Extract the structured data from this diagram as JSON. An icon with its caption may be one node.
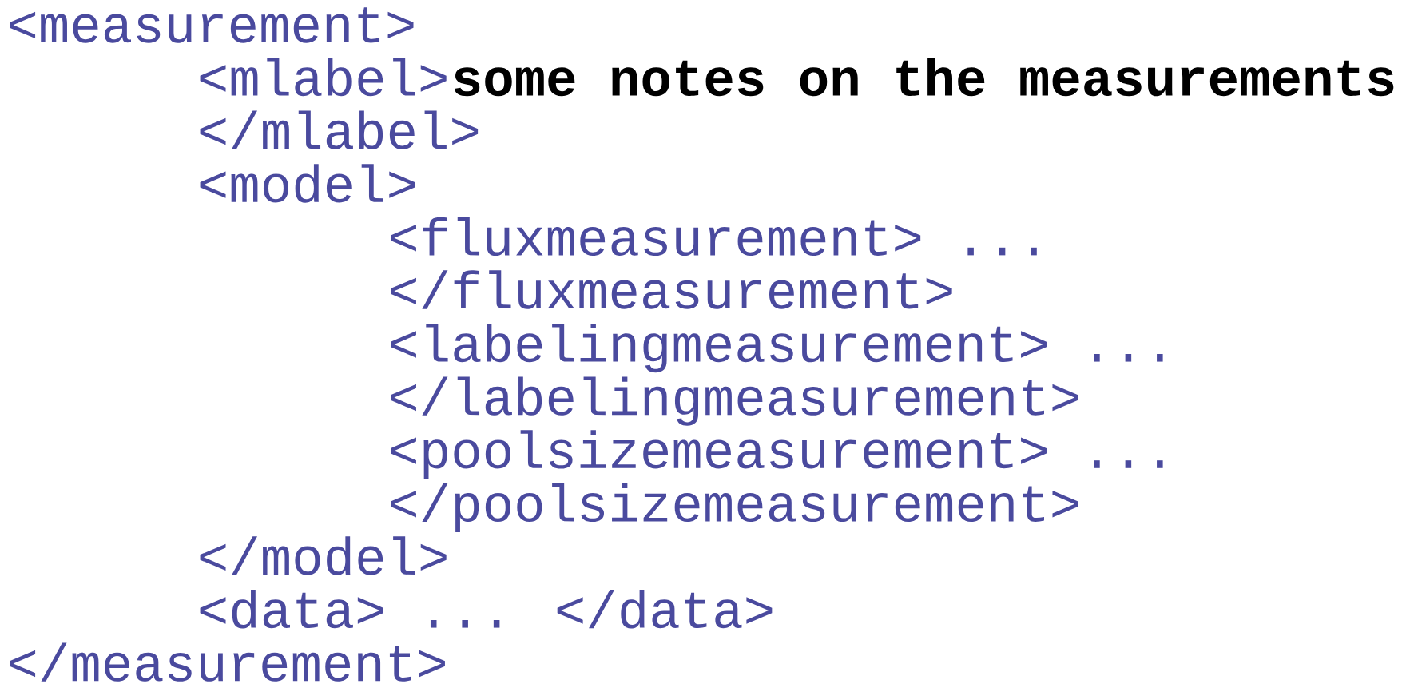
{
  "diagram": {
    "labels": [
      "<measurement>",
      "<mlabel>",
      "some notes on the measurements",
      "</mlabel>",
      "<model>",
      "<fluxmeasurement> ...",
      "</fluxmeasurement>",
      "<labelingmeasurement> ...",
      "</labelingmeasurement>",
      "<poolsizemeasurement> ...",
      "</poolsizemeasurement>",
      "</model>",
      "<data> ... </data>",
      "</measurement>"
    ]
  }
}
